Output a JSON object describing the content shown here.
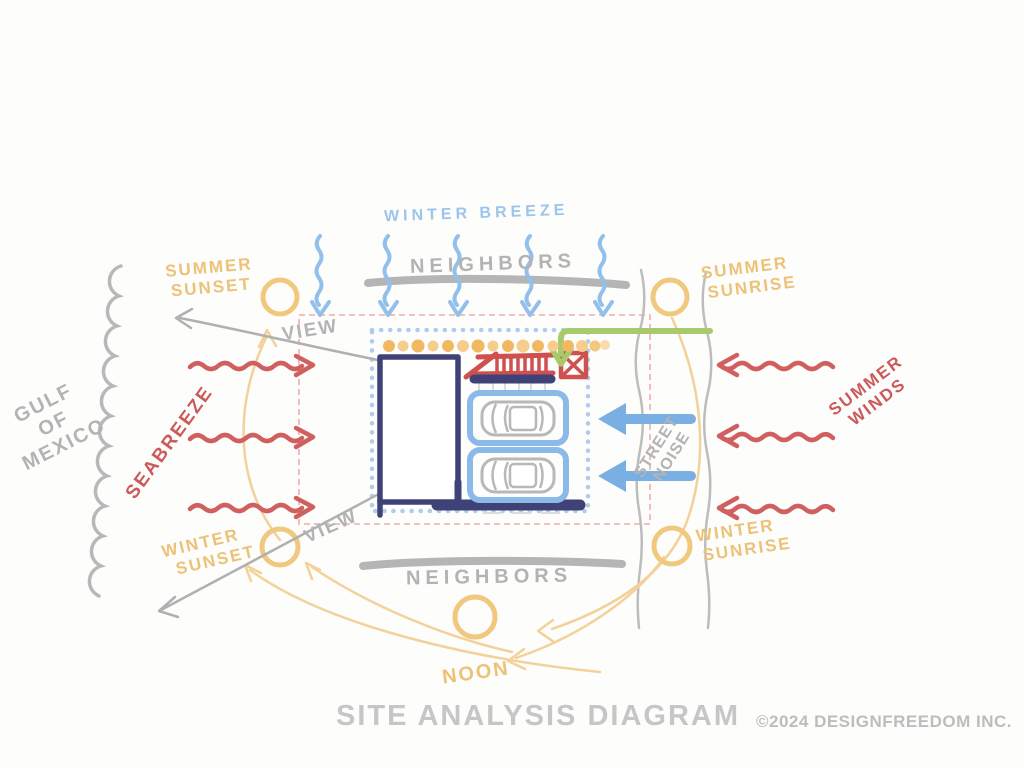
{
  "title": "SITE ANALYSIS DIAGRAM",
  "copyright": "©2024 DESIGNFREEDOM INC.",
  "labels": {
    "winter_breeze": "WINTER BREEZE",
    "neighbors_top": "NEIGHBORS",
    "neighbors_bottom": "NEIGHBORS",
    "summer_sunset": {
      "l1": "SUMMER",
      "l2": "SUNSET"
    },
    "summer_sunrise": {
      "l1": "SUMMER",
      "l2": "SUNRISE"
    },
    "winter_sunset": {
      "l1": "WINTER",
      "l2": "SUNSET"
    },
    "winter_sunrise": {
      "l1": "WINTER",
      "l2": "SUNRISE"
    },
    "view_top": "VIEW",
    "view_bottom": "VIEW",
    "gulf": {
      "l1": "GULF",
      "l2": "OF",
      "l3": "MEXICO"
    },
    "seabreeze": "SEABREEZE",
    "summer_winds": {
      "l1": "SUMMER",
      "l2": "WINDS"
    },
    "street_noise": {
      "l1": "STREET",
      "l2": "NOISE"
    },
    "noon": "NOON"
  },
  "colors": {
    "sun_gold": "#f0c87e",
    "gold_text": "#ecc278",
    "wind_red": "#cd5a5a",
    "breeze_blue": "#9cc5ec",
    "parking_blue": "#8cbae8",
    "building_navy": "#3f4277",
    "sketch_gray": "#b3b3b3",
    "entry_green": "#a9ca6c"
  }
}
